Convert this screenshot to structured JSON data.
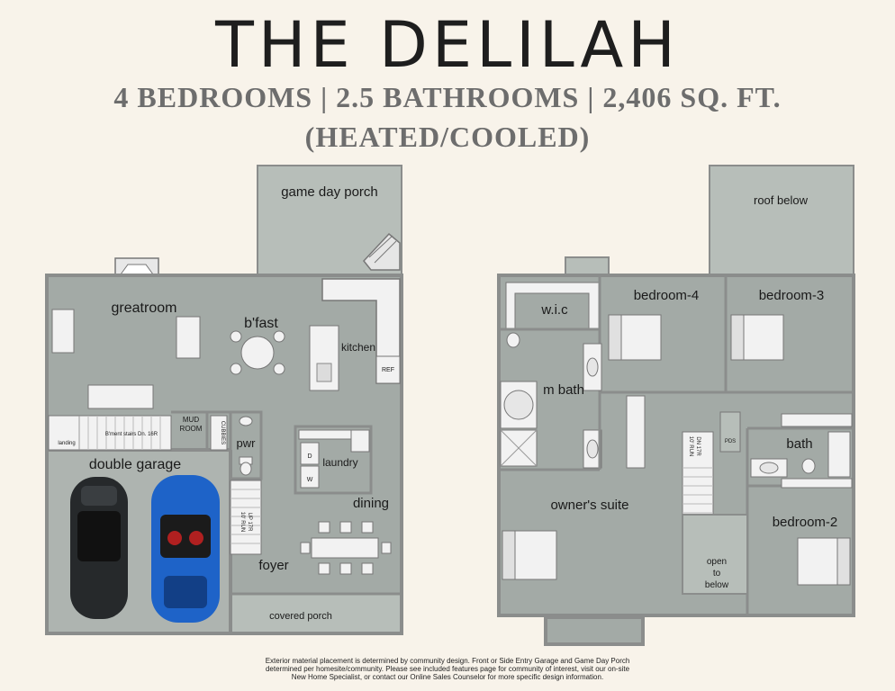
{
  "header": {
    "title": "THE DELILAH",
    "subtitle_line1": "4 BEDROOMS | 2.5 BATHROOMS | 2,406 SQ. FT.",
    "subtitle_line2": "(HEATED/COOLED)"
  },
  "colors": {
    "background": "#f8f3ea",
    "floor": "#a3aaa6",
    "porch": "#b7beb9",
    "wall": "#8b8d8c",
    "fixture": "#f2f2f2",
    "car_blue": "#1e63c8",
    "car_black": "#26292b"
  },
  "first_floor": {
    "rooms": {
      "game_day_porch": "game day porch",
      "greatroom": "greatroom",
      "bfast": "b'fast",
      "kitchen": "kitchen",
      "ref": "REF",
      "mud_room_line1": "MUD",
      "mud_room_line2": "ROOM",
      "cubbies": "CUBBIES",
      "landing": "landing",
      "basement_stairs": "B'ment stairs Dn. 16R",
      "pwr": "pwr",
      "laundry": "laundry",
      "dryer": "D",
      "washer": "W",
      "double_garage": "double garage",
      "dining": "dining",
      "stair_run_line1": "10' RUN",
      "stair_run_line2": "UP 17R",
      "foyer": "foyer",
      "covered_porch": "covered porch"
    }
  },
  "second_floor": {
    "rooms": {
      "roof_below": "roof below",
      "wic": "w.i.c",
      "bedroom4": "bedroom-4",
      "bedroom3": "bedroom-3",
      "m_bath": "m bath",
      "bath": "bath",
      "owners_suite": "owner's suite",
      "bedroom2": "bedroom-2",
      "stair_run_line1": "10' RUN",
      "stair_run_line2": "DN 17R",
      "pds": "PDS",
      "open_line1": "open",
      "open_line2": "to",
      "open_line3": "below"
    }
  },
  "footer": {
    "line1": "Exterior material placement is determined by community design. Front or Side Entry Garage and Game Day Porch",
    "line2": "determined per homesite/community. Please see included features page for community of interest, visit our on-site",
    "line3": "New Home Specialist, or contact our Online Sales Counselor for more specific design information."
  }
}
